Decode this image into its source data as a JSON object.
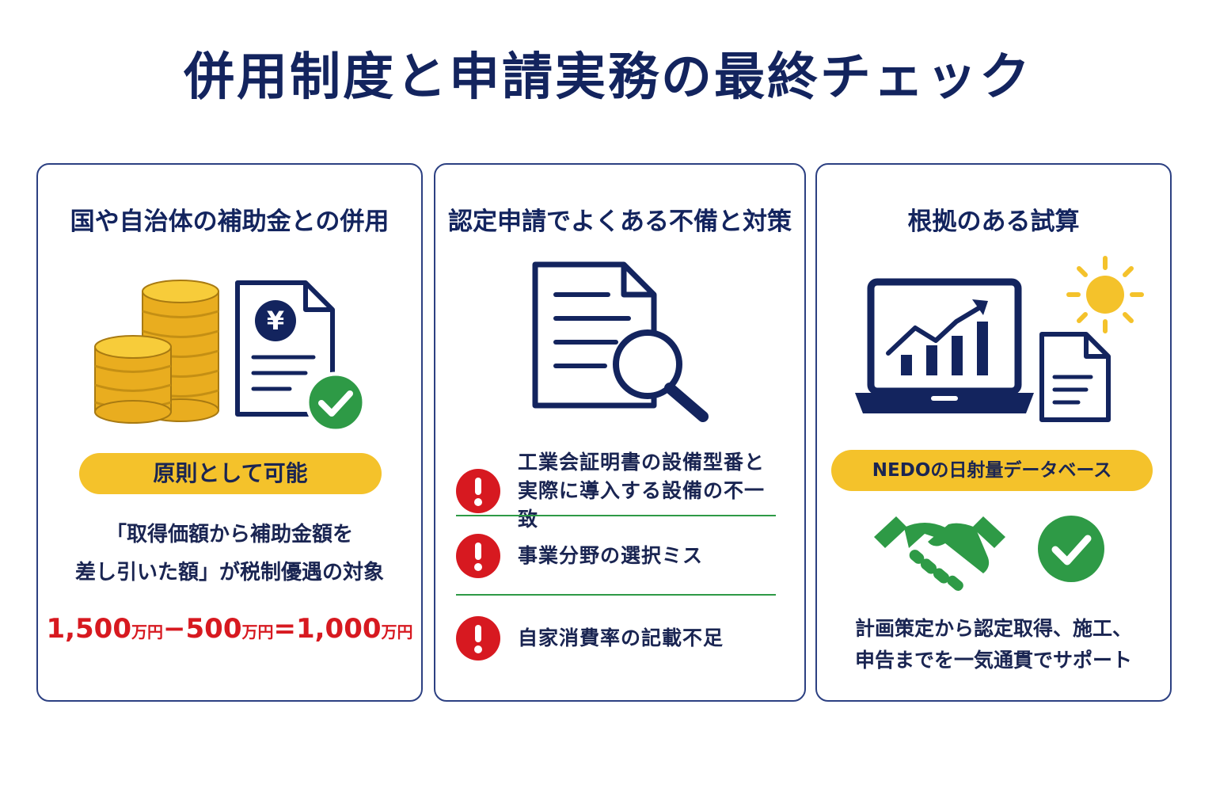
{
  "title": "併用制度と申請実務の最終チェック",
  "panels": [
    {
      "title": "国や自治体の補助金との併用",
      "icon_yen": "¥",
      "badge": "原則として可能",
      "desc_line1": "「取得価額から補助金額を",
      "desc_line2": "差し引いた額」が税制優遇の対象",
      "formula": {
        "a": "1,500",
        "a_unit": "万円",
        "op1": "−",
        "b": "500",
        "b_unit": "万円",
        "op2": "=",
        "c": "1,000",
        "c_unit": "万円"
      }
    },
    {
      "title": "認定申請でよくある不備と対策",
      "issues": [
        {
          "line1": "工業会証明書の設備型番と",
          "line2": "実際に導入する設備の不一致"
        },
        {
          "line1": "事業分野の選択ミス",
          "line2": ""
        },
        {
          "line1": "自家消費率の記載不足",
          "line2": ""
        }
      ]
    },
    {
      "title": "根拠のある試算",
      "badge": "NEDOの日射量データベース",
      "desc_line1": "計画策定から認定取得、施工、",
      "desc_line2": "申告までを一気通貫でサポート"
    }
  ],
  "colors": {
    "navy": "#13245e",
    "gold": "#f4c22b",
    "red": "#d71920",
    "green": "#2e9a46"
  },
  "icons": [
    "coins-icon",
    "yen-document-icon",
    "check-circle-icon",
    "document-search-icon",
    "warning-icon",
    "laptop-chart-icon",
    "sun-icon",
    "document-icon",
    "handshake-icon"
  ]
}
